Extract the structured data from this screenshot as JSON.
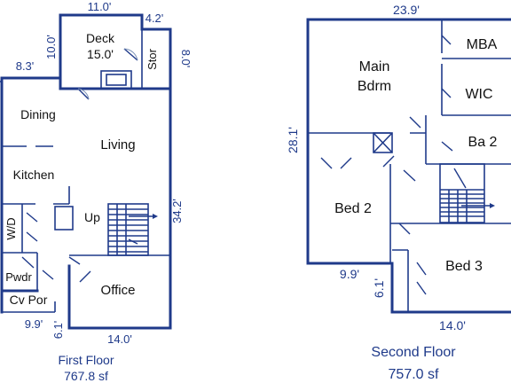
{
  "first_floor": {
    "title": "First Floor",
    "area": "767.8 sf",
    "rooms": {
      "deck": "Deck",
      "deck_size": "15.0'",
      "stor": "Stor",
      "dining": "Dining",
      "living": "Living",
      "kitchen": "Kitchen",
      "wd": "W/D",
      "up": "Up",
      "pwdr": "Pwdr",
      "cv_por": "Cv Por",
      "office": "Office"
    },
    "dims": {
      "top_deck": "11.0'",
      "stor_w": "4.2'",
      "deck_left": "10.0'",
      "stor_h": "8.0'",
      "left_top": "8.3'",
      "right": "34.2'",
      "bottom_left": "9.9'",
      "bottom_left_v": "6.1'",
      "bottom": "14.0'"
    }
  },
  "second_floor": {
    "title": "Second Floor",
    "area": "757.0 sf",
    "rooms": {
      "mba": "MBA",
      "main_bdrm_1": "Main",
      "main_bdrm_2": "Bdrm",
      "wic": "WIC",
      "ba2": "Ba 2",
      "bed2": "Bed 2",
      "bed3": "Bed 3"
    },
    "dims": {
      "top": "23.9'",
      "left": "28.1'",
      "bottom_left": "9.9'",
      "bottom_left_v": "6.1'",
      "bottom": "14.0'"
    }
  }
}
